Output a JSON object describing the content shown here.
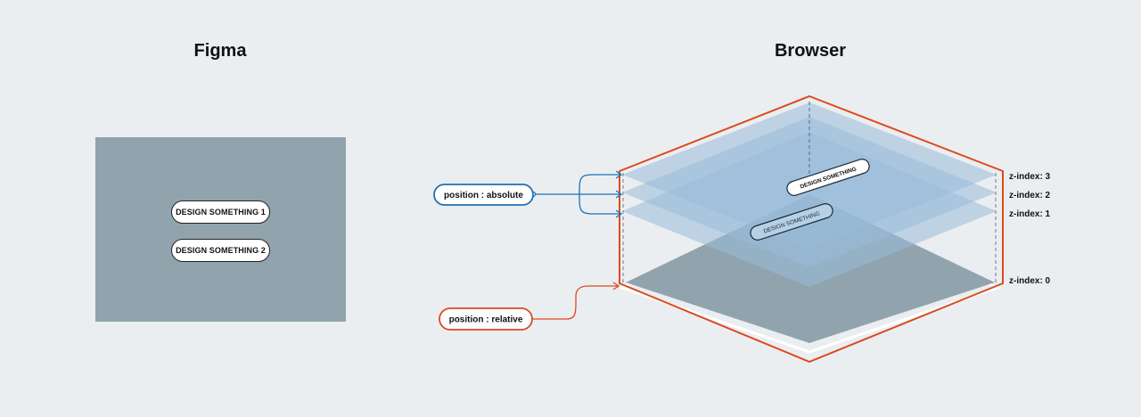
{
  "figma": {
    "title": "Figma",
    "buttons": [
      "DESIGN SOMETHING 1",
      "DESIGN SOMETHING 2"
    ]
  },
  "browser": {
    "title": "Browser",
    "layer_labels": [
      "z-index: 3",
      "z-index: 2",
      "z-index: 1",
      "z-index: 0"
    ],
    "button_text": "DESIGN SOMETHING",
    "absolute_label": "position : absolute",
    "relative_label": "position : relative"
  },
  "colors": {
    "background": "#ebeef1",
    "figma_frame": "#91a4ad",
    "absolute_accent": "#1d72b8",
    "relative_accent": "#dd4a1d"
  }
}
